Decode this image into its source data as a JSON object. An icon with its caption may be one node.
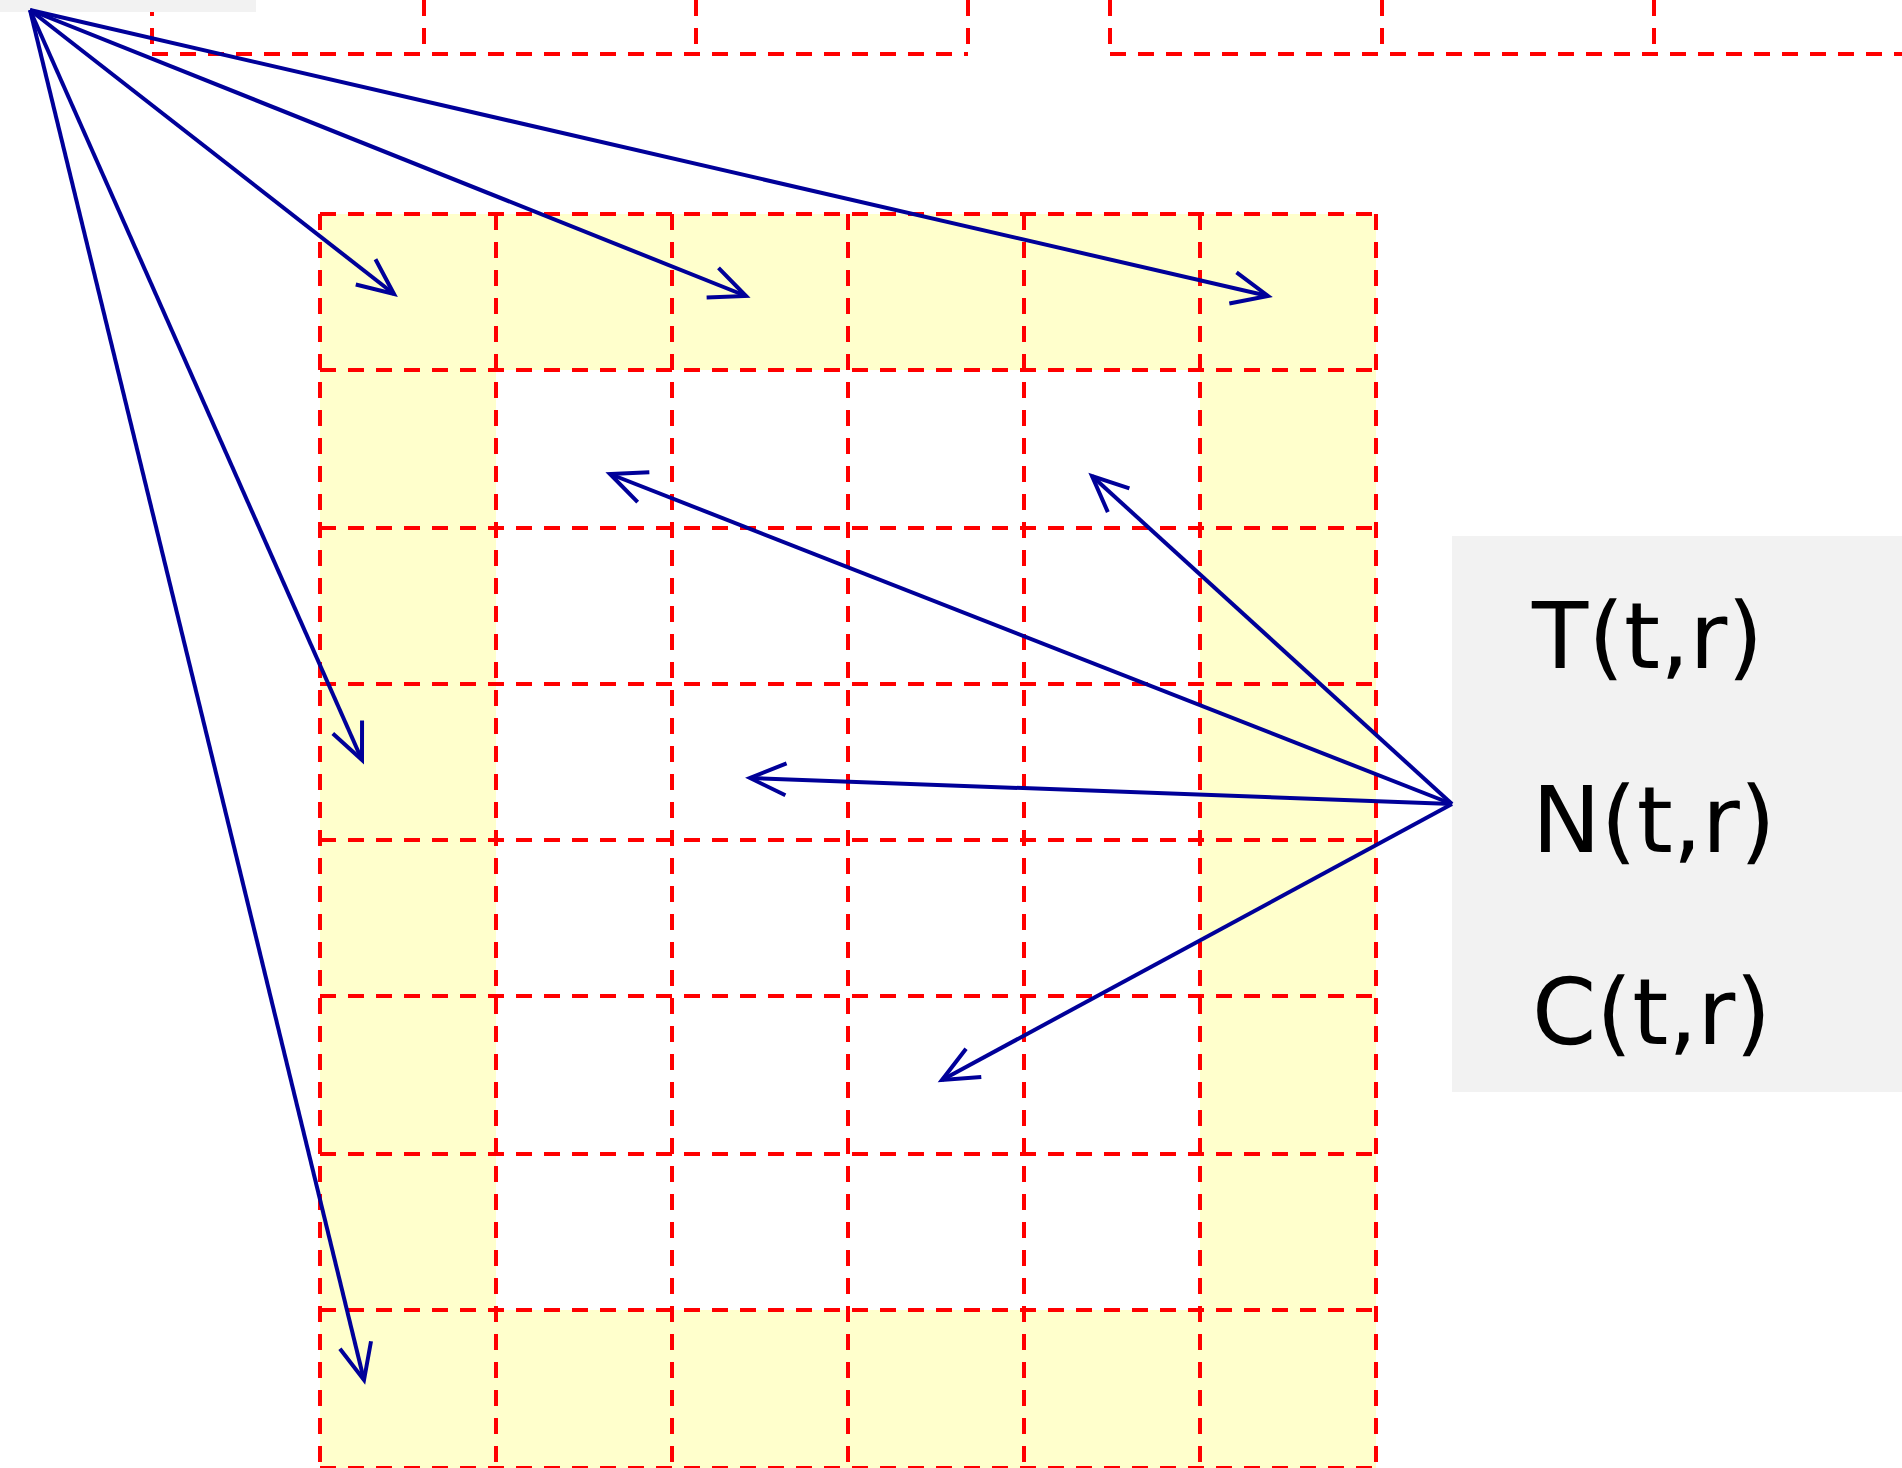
{
  "diagram": {
    "nodes": [
      {
        "text": [],
        "shape": "box"
      },
      {
        "text": [
          "T(t,r)",
          "N(t,r)",
          "C(t,r)"
        ]
      }
    ],
    "edges": [
      {
        "from": 0,
        "to": null,
        "arrow": "to"
      },
      {
        "from": 0,
        "to": null,
        "arrow": "to"
      },
      {
        "from": 0,
        "to": null,
        "arrow": "to"
      },
      {
        "from": 0,
        "to": null,
        "arrow": "to"
      },
      {
        "from": 0,
        "to": null,
        "arrow": "to"
      },
      {
        "from": 1,
        "to": null,
        "arrow": "to"
      },
      {
        "from": 1,
        "to": null,
        "arrow": "to"
      },
      {
        "from": 1,
        "to": null,
        "arrow": "to"
      },
      {
        "from": 1,
        "to": null,
        "arrow": "to"
      }
    ]
  }
}
